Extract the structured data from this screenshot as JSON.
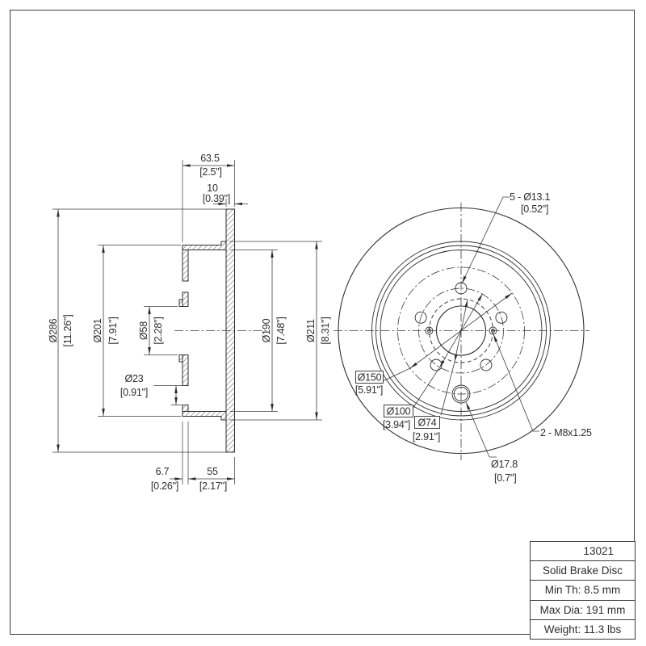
{
  "drawing": {
    "section_view": {
      "total_width_mm": "63.5",
      "total_width_in": "[2.5\"]",
      "disc_thickness_mm": "10",
      "disc_thickness_in": "[0.39\"]",
      "outer_dia_mm": "Ø286",
      "outer_dia_in": "[11.26\"]",
      "drum_outer_dia_mm": "Ø201",
      "drum_outer_dia_in": "[7.91\"]",
      "center_hole_mm": "Ø58",
      "center_hole_in": "[2.28\"]",
      "adjuster_hole_mm": "Ø23",
      "adjuster_hole_in": "[0.91\"]",
      "drum_inner_dia_mm": "Ø190",
      "drum_inner_dia_in": "[7.48\"]",
      "hat_dia_mm": "Ø211",
      "hat_dia_in": "[8.31\"]",
      "face_offset_mm": "6.7",
      "face_offset_in": "[0.26\"]",
      "hat_depth_mm": "55",
      "hat_depth_in": "[2.17\"]"
    },
    "front_view": {
      "lug_holes_label": "5 - Ø13.1",
      "lug_holes_in": "[0.52\"]",
      "adjuster_pcd_mm": "Ø150",
      "adjuster_pcd_in": "[5.91\"]",
      "lug_pcd_mm": "Ø100",
      "lug_pcd_in": "[3.94\"]",
      "service_pcd_mm": "Ø74",
      "service_pcd_in": "[2.91\"]",
      "thread_holes_label": "2 - M8x1.25",
      "adjuster_hole_mm": "Ø17.8",
      "adjuster_hole_in": "[0.7\"]"
    },
    "title_block": {
      "part_number": "13021",
      "product_type": "Solid Brake Disc",
      "min_thickness": "Min Th: 8.5 mm",
      "max_diameter": "Max Dia: 191 mm",
      "weight": "Weight: 11.3 lbs"
    }
  }
}
